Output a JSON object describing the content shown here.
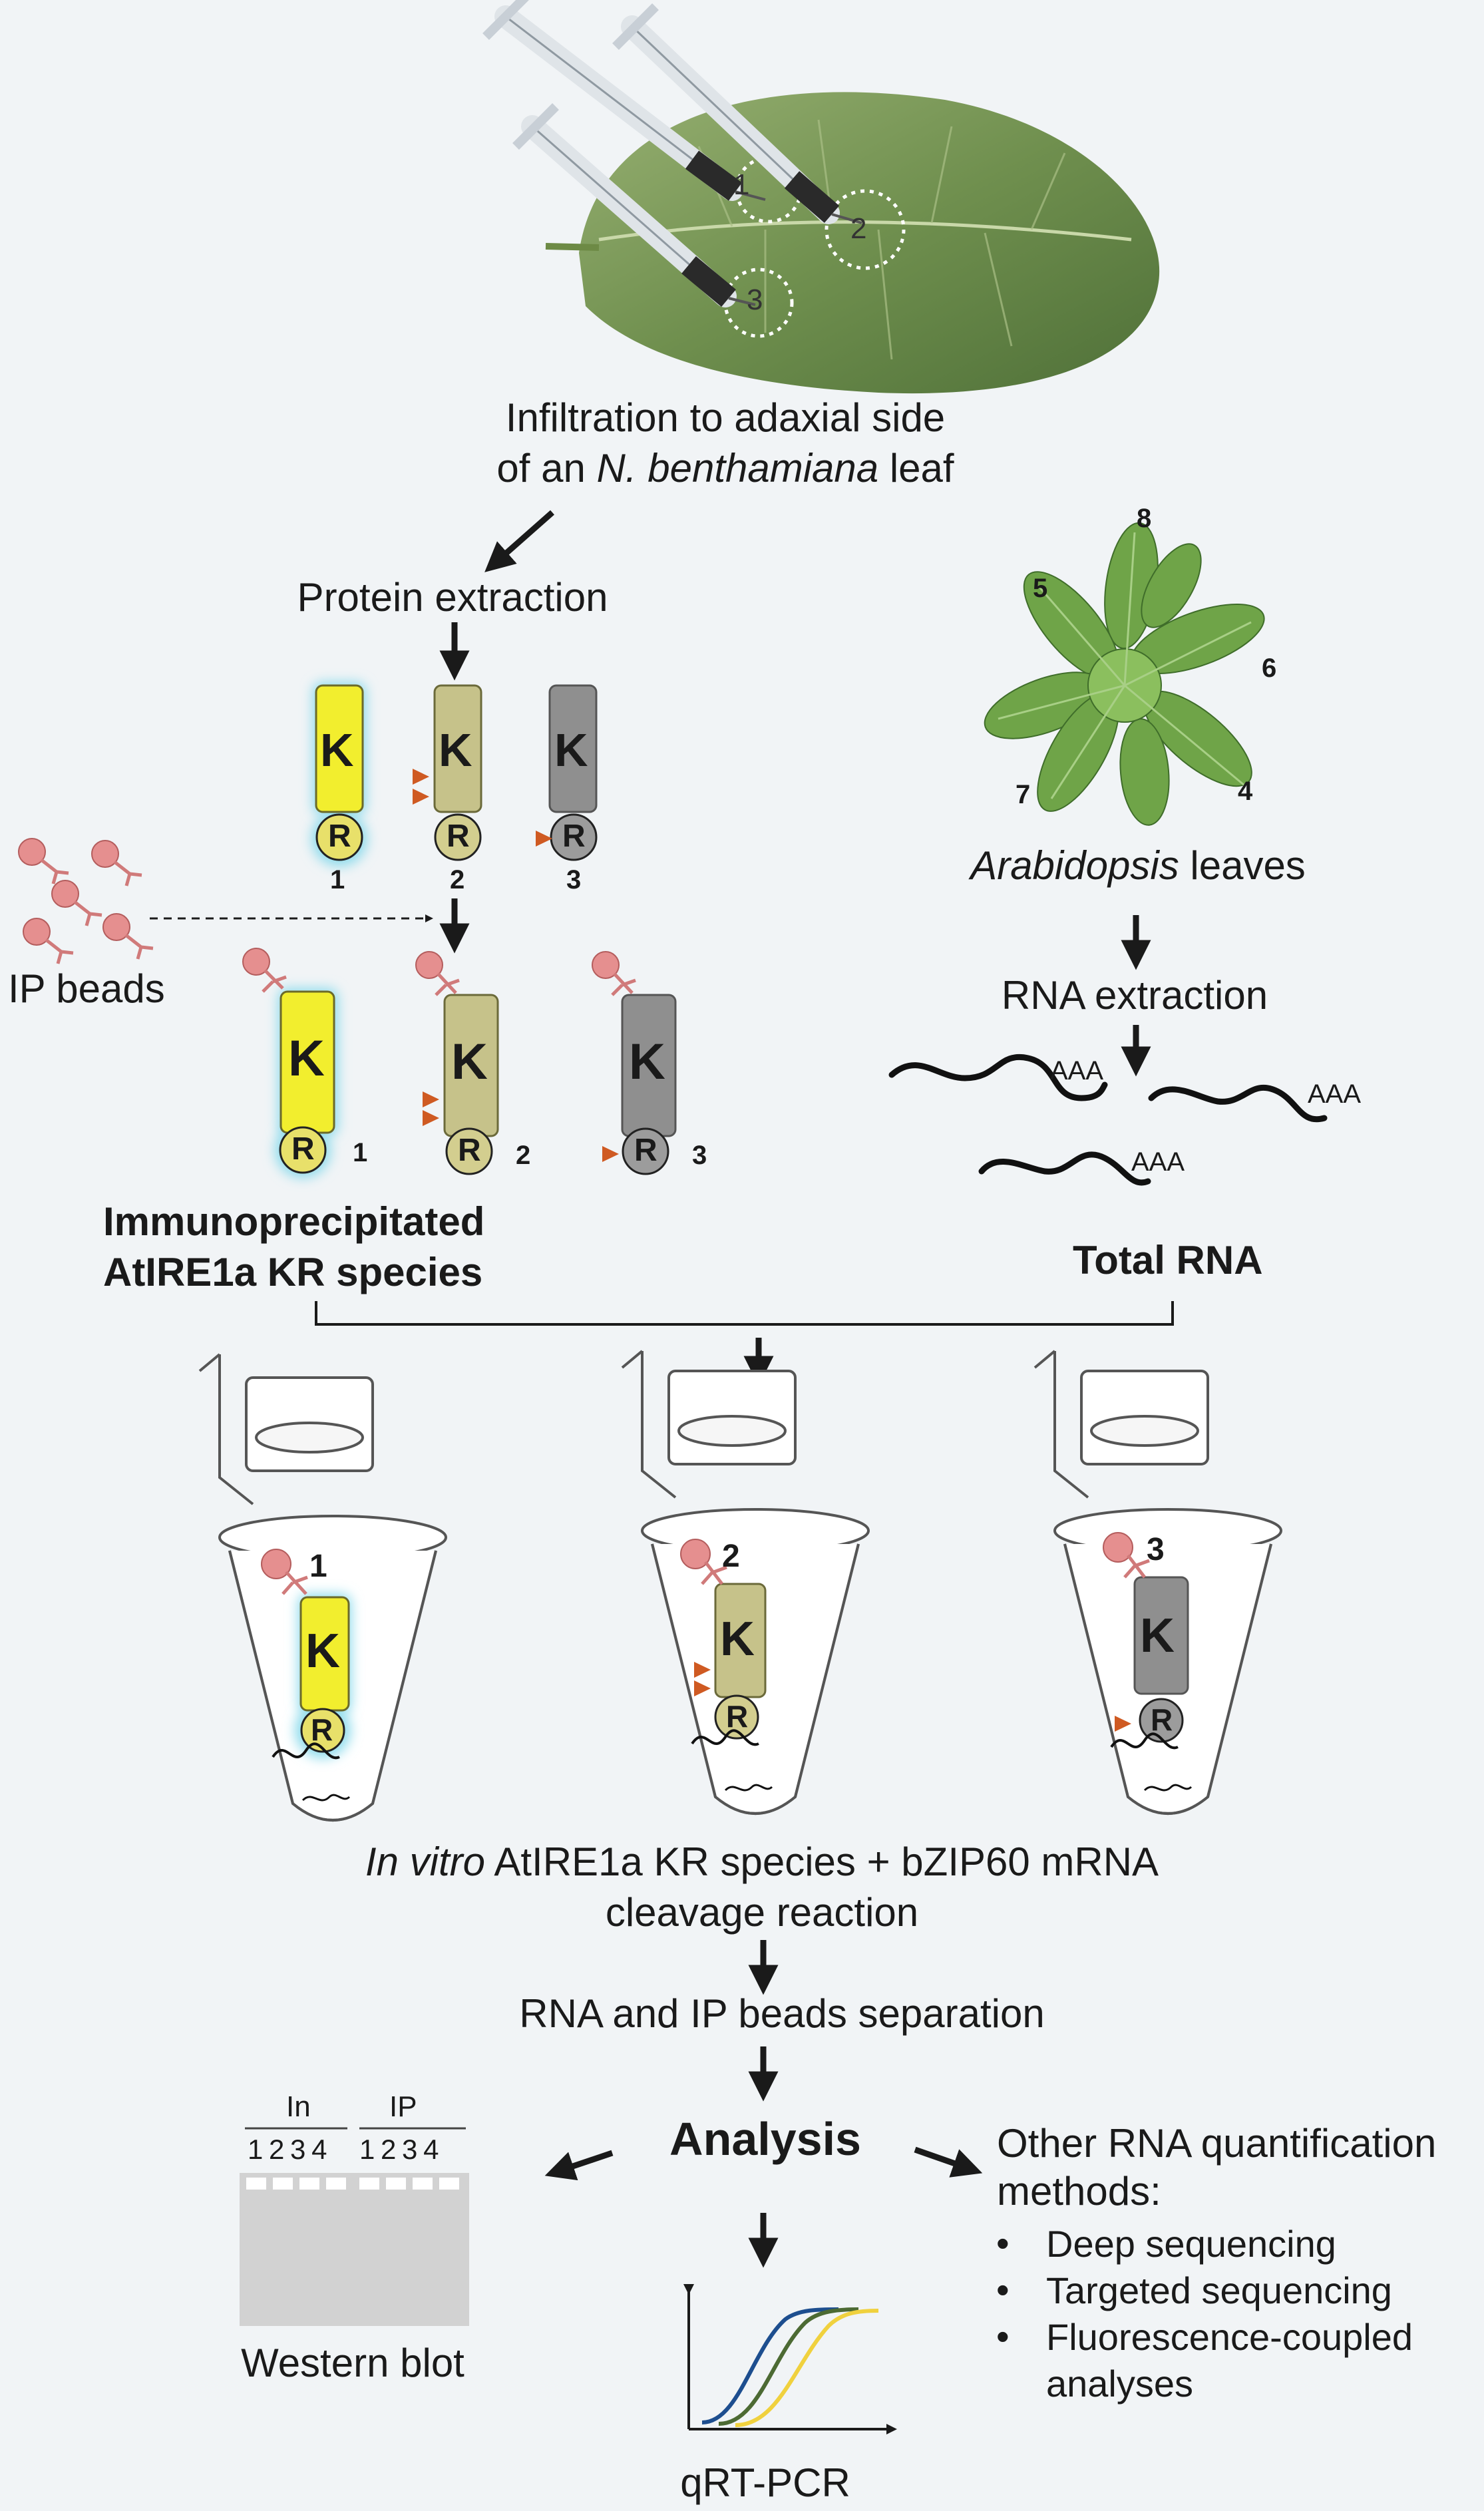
{
  "infiltration": {
    "line1": "Infiltration to adaxial side",
    "line2_pre": "of an ",
    "line2_italic": "N. benthamiana",
    "line2_post": " leaf",
    "sites": [
      "1",
      "2",
      "3"
    ]
  },
  "protein_extraction": "Protein extraction",
  "kr_labels": {
    "kinase": "K",
    "rnase": "R"
  },
  "species_numbers": [
    "1",
    "2",
    "3"
  ],
  "ip_beads": "IP beads",
  "immunoprecipitated": {
    "line1": "Immunoprecipitated",
    "line2": "AtIRE1a KR species"
  },
  "arabidopsis": {
    "leaf_numbers": [
      "8",
      "5",
      "6",
      "7",
      "4"
    ],
    "label_italic": "Arabidopsis",
    "label_post": " leaves"
  },
  "rna_extraction": "RNA extraction",
  "poly_a": "AAA",
  "total_rna": "Total RNA",
  "reaction": {
    "line1_italic": "In vitro",
    "line1_post": " AtIRE1a KR species + bZIP60 mRNA",
    "line2": "cleavage reaction"
  },
  "separation": "RNA and IP beads separation",
  "analysis": "Analysis",
  "western": {
    "label": "Western blot",
    "group_in": "In",
    "group_ip": "IP",
    "lanes": "1 2 3 4",
    "lanes2": "1 2 3 4"
  },
  "qrtpcr": "qRT-PCR",
  "other_methods": {
    "line1": "Other RNA quantification",
    "line2": "methods:",
    "items": [
      "Deep sequencing",
      "Targeted sequencing",
      "Fluorescence-coupled",
      "analyses"
    ]
  },
  "colors": {
    "active_yellow": "#f2ee2e",
    "glow": "#8fdcec",
    "olive": "#c6c28a",
    "gray": "#8f8f8f",
    "arrowhead": "#cf5a22",
    "bead": "#e58f8f",
    "qpcr_blue": "#1d4e8f",
    "qpcr_green": "#4c6a33",
    "qpcr_yellow": "#f0d13e"
  }
}
